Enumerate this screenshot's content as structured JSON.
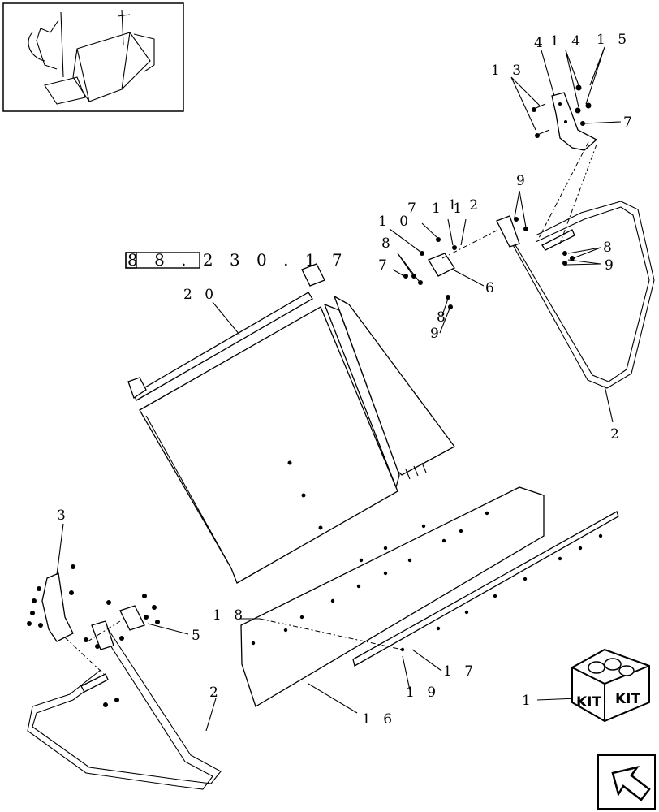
{
  "reference": "8 8 . 2 3 0 . 1 7",
  "kit_label": "KIT",
  "callouts": {
    "c1": "1",
    "c2a": "2",
    "c2b": "2",
    "c3": "3",
    "c4": "4",
    "c5": "5",
    "c6": "6",
    "c7a": "7",
    "c7b": "7",
    "c7c": "7",
    "c8a": "8",
    "c8b": "8",
    "c8c": "8",
    "c9a": "9",
    "c9b": "9",
    "c9c": "9",
    "c10": "1 0",
    "c11": "1 1",
    "c12": "1 2",
    "c13": "1 3",
    "c14": "1 4",
    "c15": "1 5",
    "c16": "1 6",
    "c17": "1 7",
    "c18": "1 8",
    "c19": "1 9",
    "c20": "2 0"
  },
  "icons": {
    "thumbnail": "machine-overview-thumbnail",
    "kit": "kit-box-icon",
    "navigation": "navigation-arrow-icon"
  }
}
